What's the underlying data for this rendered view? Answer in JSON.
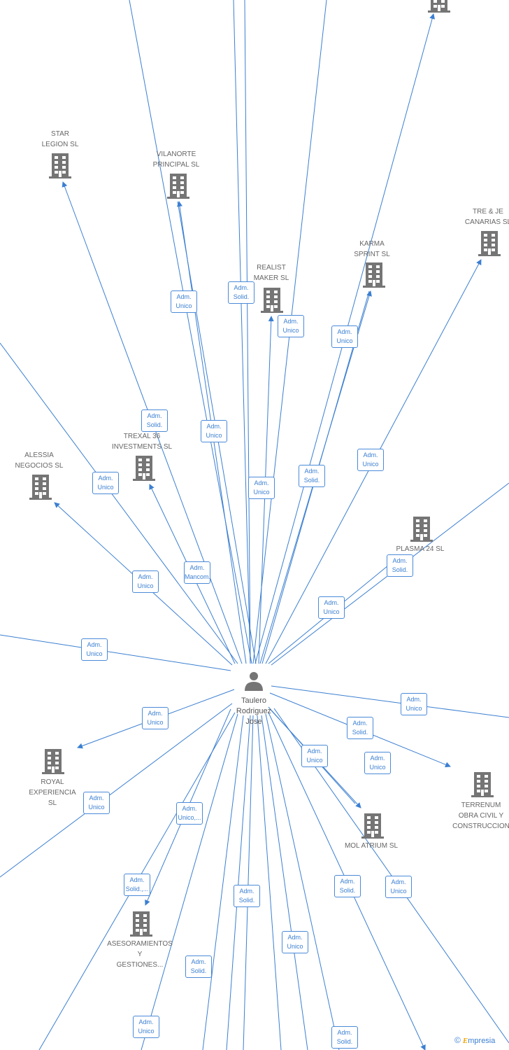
{
  "colors": {
    "edge": "#3b7fd1",
    "company_icon": "#757575",
    "person_icon": "#757575",
    "label": "#666666"
  },
  "center_person": {
    "name_lines": [
      "Taulero",
      "Rodriguez",
      "Jose"
    ],
    "icon": "person-icon"
  },
  "companies": [
    {
      "id": "top-right",
      "lines": []
    },
    {
      "id": "star-legion",
      "lines": [
        "STAR",
        "LEGION  SL"
      ]
    },
    {
      "id": "vilanorte",
      "lines": [
        "VILANORTE",
        "PRINCIPAL  SL"
      ]
    },
    {
      "id": "tre-je",
      "lines": [
        "TRE & JE",
        "CANARIAS  SL"
      ]
    },
    {
      "id": "karma",
      "lines": [
        "KARMA",
        "SPRINT  SL"
      ]
    },
    {
      "id": "realist",
      "lines": [
        "REALIST",
        "MAKER  SL"
      ]
    },
    {
      "id": "trexal",
      "lines": [
        "TREXAL 36",
        "INVESTMENTS SL"
      ]
    },
    {
      "id": "alessia",
      "lines": [
        "ALESSIA",
        "NEGOCIOS  SL"
      ]
    },
    {
      "id": "plasma",
      "lines": [
        "PLASMA 24 SL"
      ]
    },
    {
      "id": "royal",
      "lines": [
        "ROYAL",
        "EXPERIENCIA",
        "SL"
      ]
    },
    {
      "id": "terrenum",
      "lines": [
        "TERRENUM",
        "OBRA CIVIL Y",
        "CONSTRUCCION"
      ]
    },
    {
      "id": "mol-atrium",
      "lines": [
        "MOL ATRIUM  SL"
      ]
    },
    {
      "id": "asesoramientos",
      "lines": [
        "ASESORAMIENTOS",
        "Y",
        "GESTIONES..."
      ]
    }
  ],
  "edge_labels": [
    [
      "Adm.",
      "Unico"
    ],
    [
      "Adm.",
      "Solid."
    ],
    [
      "Adm.",
      "Unico"
    ],
    [
      "Adm.",
      "Unico"
    ],
    [
      "Adm.",
      "Solid."
    ],
    [
      "Adm.",
      "Unico"
    ],
    [
      "Adm.",
      "Unico"
    ],
    [
      "Adm.",
      "Unico"
    ],
    [
      "Adm.",
      "Solid."
    ],
    [
      "Adm.",
      "Unico"
    ],
    [
      "Adm.",
      "Solid."
    ],
    [
      "Adm.",
      "Unico"
    ],
    [
      "Adm.",
      "Unico"
    ],
    [
      "Adm.",
      "Unico"
    ],
    [
      "Adm.",
      "Mancom."
    ],
    [
      "Adm.",
      "Solid."
    ],
    [
      "Adm.",
      "Unico"
    ],
    [
      "Adm.",
      "Unico"
    ],
    [
      "Adm.",
      "Unico"
    ],
    [
      "Adm.",
      "Unico"
    ],
    [
      "Adm.",
      "Solid."
    ],
    [
      "Adm.",
      "Unico"
    ],
    [
      "Adm.",
      "Unico,..."
    ],
    [
      "Adm.",
      "Solid.,..."
    ],
    [
      "Adm.",
      "Solid."
    ],
    [
      "Adm.",
      "Unico"
    ],
    [
      "Adm.",
      "Solid."
    ],
    [
      "Adm.",
      "Unico"
    ],
    [
      "Adm.",
      "Solid."
    ],
    [
      "Adm.",
      "Unico"
    ],
    [
      "Adm.",
      "Unico"
    ],
    [
      "Adm.",
      "Unico"
    ]
  ],
  "brand": {
    "copyright": "©",
    "e": "E",
    "rest": "mpresia"
  }
}
